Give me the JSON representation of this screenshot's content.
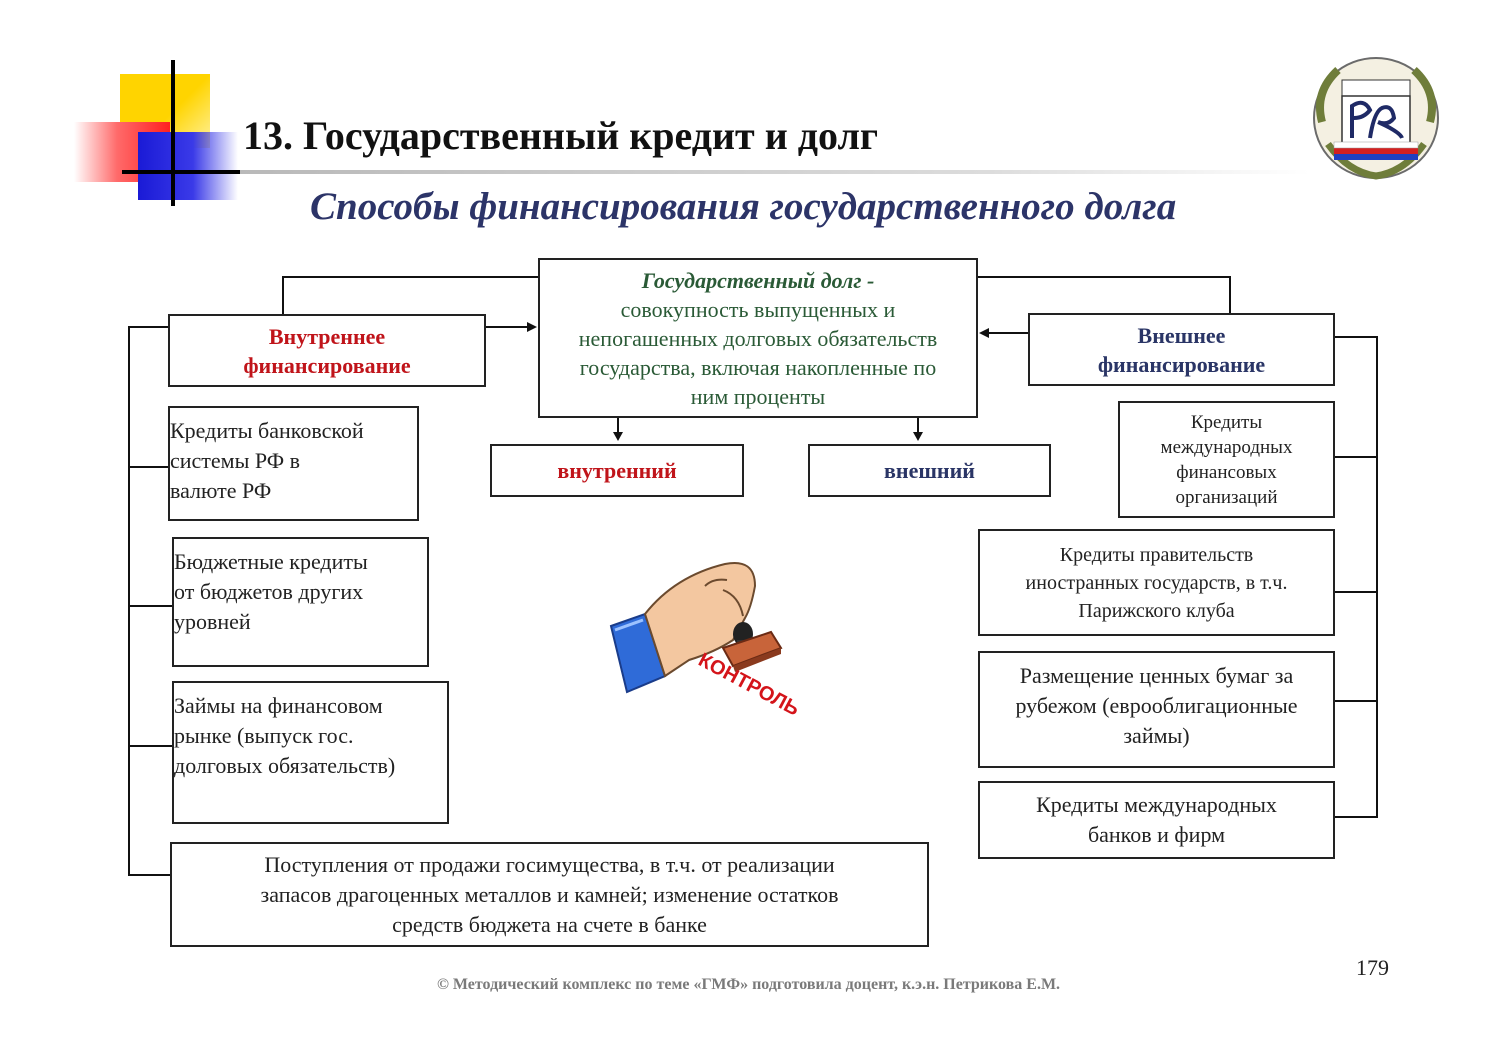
{
  "slide": {
    "title": "13. Государственный кредит и долг",
    "subtitle": "Способы финансирования государственного долга",
    "page_number": "179",
    "footer": "©  Методический комплекс по теме «ГМФ» подготовила доцент, к.э.н. Петрикова Е.М."
  },
  "center": {
    "term": "Государственный долг -",
    "definition_lines": [
      "совокупность выпущенных и",
      "непогашенных долговых обязательств",
      "государства, включая накопленные по",
      "ним проценты"
    ]
  },
  "debt_types": {
    "internal": "внутренний",
    "external": "внешний"
  },
  "internal_financing": {
    "header_lines": [
      "Внутреннее",
      "финансирование"
    ],
    "items": [
      {
        "lines": [
          "Кредиты банковской",
          "системы РФ в",
          "валюте РФ"
        ]
      },
      {
        "lines": [
          "Бюджетные кредиты",
          "от бюджетов других",
          "уровней"
        ]
      },
      {
        "lines": [
          "Займы на финансовом",
          "рынке (выпуск гос.",
          "долговых обязательств)"
        ]
      },
      {
        "lines": [
          "Поступления от продажи госимущества, в т.ч. от реализации",
          "запасов драгоценных металлов и камней; изменение остатков",
          "средств бюджета на счете в банке"
        ]
      }
    ]
  },
  "external_financing": {
    "header_lines": [
      "Внешнее",
      "финансирование"
    ],
    "items": [
      {
        "lines": [
          "Кредиты",
          "международных",
          "финансовых",
          "организаций"
        ]
      },
      {
        "lines": [
          "Кредиты правительств",
          "иностранных государств, в т.ч.",
          "Парижского клуба"
        ]
      },
      {
        "lines": [
          "Размещение ценных бумаг за",
          "рубежом (еврооблигационные",
          "займы)"
        ]
      },
      {
        "lines": [
          "Кредиты международных",
          "банков и фирм"
        ]
      }
    ]
  },
  "stamp": {
    "label": "КОНТРОЛЬ",
    "icon": "hand-stamp-icon"
  },
  "logo": {
    "icon": "university-emblem-icon"
  },
  "colors": {
    "title": "#111111",
    "subtitle": "#2c3468",
    "internal_header": "#c0141a",
    "external_header": "#2a3566",
    "center_text": "#2a5a36",
    "stamp_text": "#d4141a"
  }
}
